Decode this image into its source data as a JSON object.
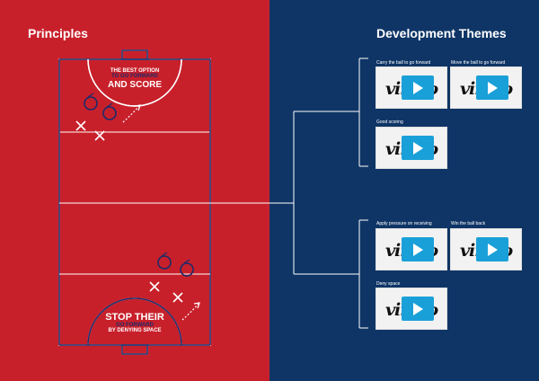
{
  "titles": {
    "left": "Principles",
    "right": "Development Themes"
  },
  "pitch": {
    "top_text": {
      "line1": "THE BEST OPTION",
      "line2": "TO GO FORWARD",
      "line3": "AND SCORE"
    },
    "bottom_text": {
      "line1": "STOP THEIR",
      "line2": "GO FORWARD",
      "line3": "BY DENYING SPACE"
    }
  },
  "themes": {
    "group1": [
      {
        "caption": "Carry the ball to go forward",
        "logo": "vimeo"
      },
      {
        "caption": "Move the ball to go forward",
        "logo": "vimeo"
      },
      {
        "caption": "Good scoring",
        "logo": "vimeo"
      }
    ],
    "group2": [
      {
        "caption": "Apply pressure on receiving",
        "logo": "vimeo"
      },
      {
        "caption": "Win the ball back",
        "logo": "vimeo"
      },
      {
        "caption": "Deny space",
        "logo": "vimeo"
      }
    ]
  },
  "colors": {
    "red": "#c8202b",
    "navy": "#0f3566",
    "play": "#1aa0d8"
  }
}
